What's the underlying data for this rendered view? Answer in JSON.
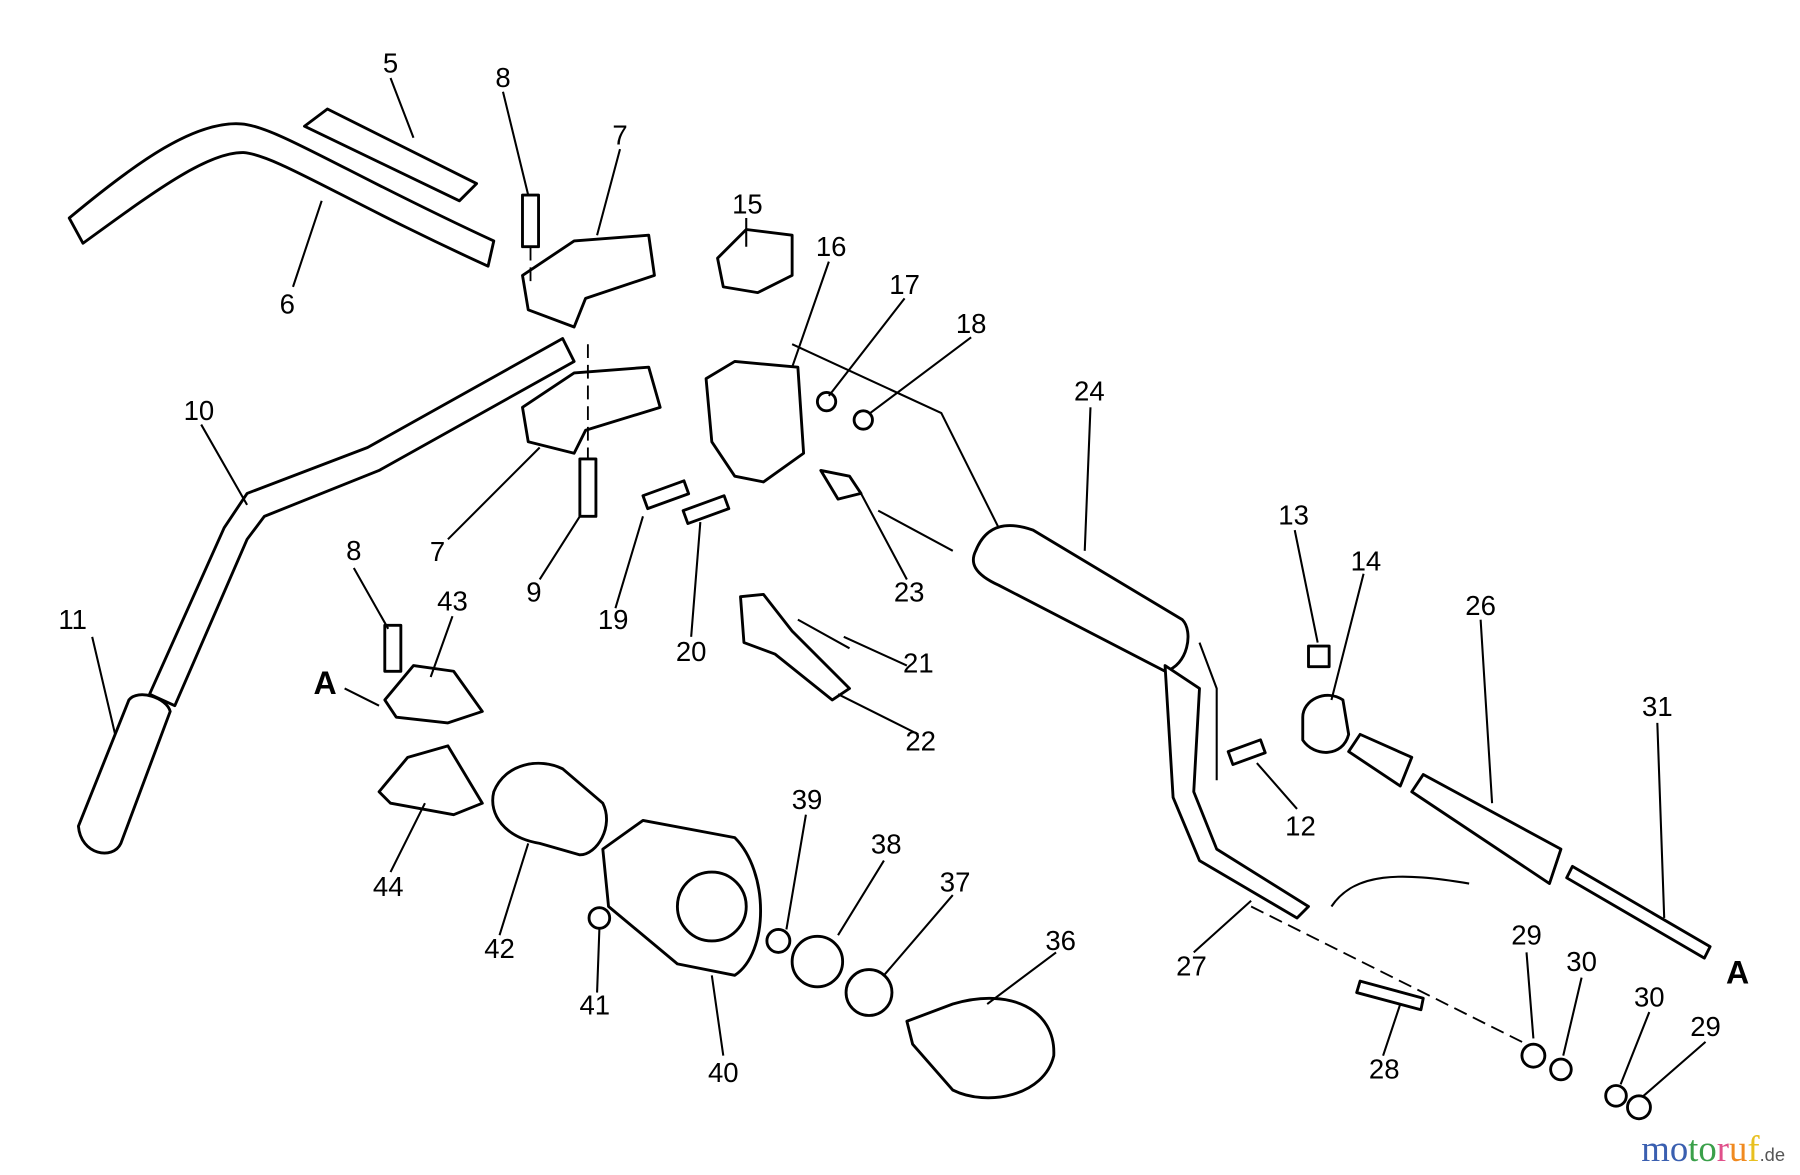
{
  "diagram": {
    "labels": {
      "p5": "5",
      "p8a": "8",
      "p7a": "7",
      "p6": "6",
      "p15": "15",
      "p16": "16",
      "p17": "17",
      "p18": "18",
      "p10": "10",
      "p24": "24",
      "p7b": "7",
      "p8b": "8",
      "p43": "43",
      "p9": "9",
      "p19": "19",
      "p20": "20",
      "p23": "23",
      "p21": "21",
      "p22": "22",
      "p13": "13",
      "p14": "14",
      "p26": "26",
      "p31": "31",
      "p11": "11",
      "Aleft": "A",
      "Aright": "A",
      "p12": "12",
      "p39": "39",
      "p38": "38",
      "p37": "37",
      "p36": "36",
      "p44": "44",
      "p42": "42",
      "p41": "41",
      "p40": "40",
      "p27": "27",
      "p28": "28",
      "p29a": "29",
      "p30a": "30",
      "p30b": "30",
      "p29b": "29"
    }
  },
  "watermark": {
    "letters": [
      "m",
      "o",
      "t",
      "o",
      "r",
      "u",
      "f"
    ],
    "colors": [
      "#3a5fb0",
      "#3a5fb0",
      "#3aa04a",
      "#3aa04a",
      "#e0508a",
      "#f08a20",
      "#e8c020"
    ],
    "suffix": ".de"
  }
}
